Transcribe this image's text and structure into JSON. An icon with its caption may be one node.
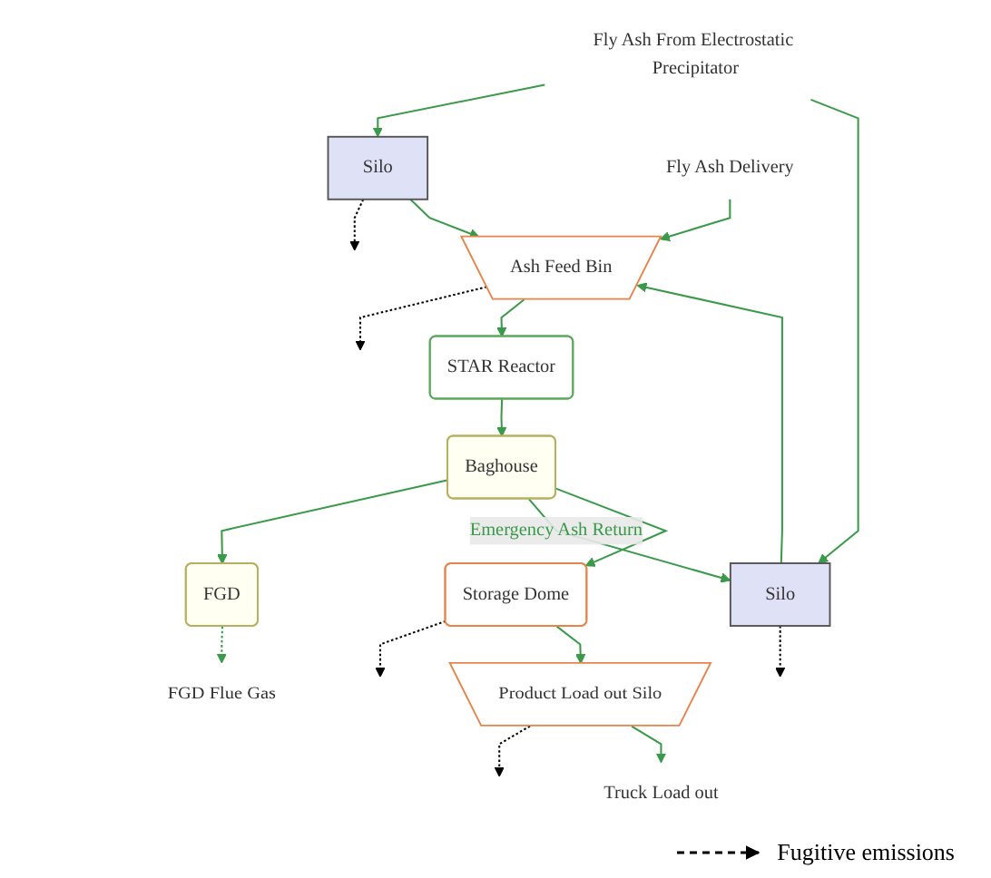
{
  "diagram": {
    "nodes": [
      {
        "text": [
          "Fly Ash From Electrostatic Precipitator"
        ]
      },
      {
        "text": [
          "Silo"
        ]
      },
      {
        "text": [
          "Silo"
        ]
      },
      {
        "text": [
          "Fly Ash Delivery"
        ]
      },
      {
        "text": [
          "Ash Feed Bin"
        ]
      },
      {
        "text": [
          "STAR Reactor"
        ]
      },
      {
        "text": [
          "Baghouse"
        ]
      },
      {
        "text": [
          "FGD"
        ]
      },
      {
        "text": [
          "FGD Flue Gas"
        ]
      },
      {
        "text": [
          "Storage Dome"
        ]
      },
      {
        "text": [
          "Product Load out Silo"
        ]
      },
      {
        "text": [
          "Truck Load out"
        ]
      }
    ],
    "edges": [
      {
        "from": 0,
        "to": 1,
        "arrow": "to"
      },
      {
        "from": 0,
        "to": 2,
        "arrow": "to"
      },
      {
        "from": 1,
        "to": null,
        "arrow": "to",
        "style": "dashed",
        "color": "#000000"
      },
      {
        "from": 2,
        "to": null,
        "arrow": "to",
        "style": "dashed",
        "color": "#000000"
      },
      {
        "from": 1,
        "to": 4,
        "arrow": "to"
      },
      {
        "from": 2,
        "to": 4,
        "arrow": "to"
      },
      {
        "from": 4,
        "to": null,
        "arrow": "to",
        "style": "dashed",
        "color": "#000000"
      },
      {
        "from": 3,
        "to": 4,
        "arrow": "to"
      },
      {
        "from": 4,
        "to": 5,
        "arrow": "to"
      },
      {
        "from": 5,
        "to": 6,
        "arrow": "to"
      },
      {
        "from": 6,
        "to": 7,
        "arrow": "to"
      },
      {
        "from": 7,
        "to": 8,
        "arrow": "to",
        "style": "dashed"
      },
      {
        "from": 6,
        "to": 2,
        "arrow": "to",
        "label": "Emergency Ash Return"
      },
      {
        "from": 6,
        "to": 9,
        "arrow": "to"
      },
      {
        "from": 9,
        "to": null,
        "arrow": "to",
        "style": "dashed",
        "color": "#000000"
      },
      {
        "from": 9,
        "to": 10,
        "arrow": "to"
      },
      {
        "from": 10,
        "to": null,
        "arrow": "to",
        "style": "dashed",
        "color": "#000000"
      },
      {
        "from": 10,
        "to": 11,
        "arrow": "to"
      }
    ],
    "legend": [
      {
        "text": "Fugitive emissions"
      }
    ]
  }
}
